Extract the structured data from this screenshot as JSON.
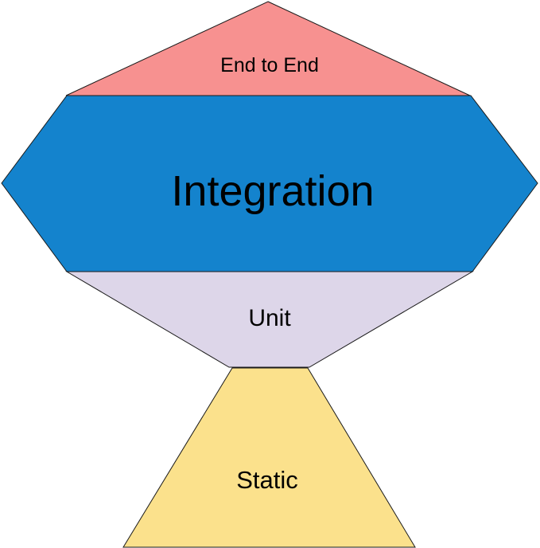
{
  "diagram": {
    "background_color": "#ffffff",
    "outline_color": "#1a1a1a",
    "label_color": "#000000",
    "sections": [
      {
        "label": "End to End",
        "color": "#f79190"
      },
      {
        "label": "Integration",
        "color": "#1483cd"
      },
      {
        "label": "Unit",
        "color": "#ddd6e9"
      },
      {
        "label": "Static",
        "color": "#fbe18c"
      }
    ]
  }
}
